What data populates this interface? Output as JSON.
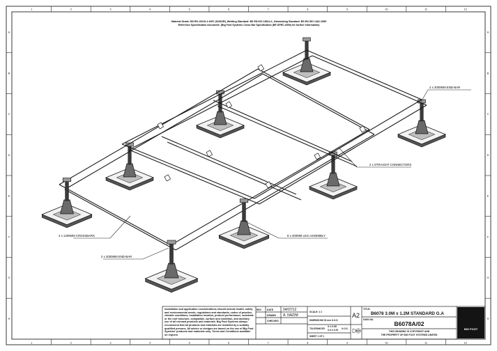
{
  "drawing": {
    "header_line1": "Material Grade: BS EN 10219-1:1997 (S235JR), Welding Standard: BS EN ISO 15614-1, Galvanizing Standard: BS EN ISO 1461:1999",
    "header_line2": "Reference Specification document: (Big Foot Systems Cross Bar Specification (BF-SPEC-0000) for further information)",
    "callouts": {
      "end_bar_top": "2 x 3000MM END-BAR",
      "straight_connectors": "2 x STRAIGHT CONNECTORS",
      "leg_assembly": "8 x 300MM LEG ASSEMBLY",
      "crossbars": "4 x 1200MM CROSSBARS",
      "end_bar_bottom": "2 x 3000MM END-BAR"
    },
    "border": {
      "columns": [
        "1",
        "2",
        "3",
        "4",
        "5",
        "6",
        "7",
        "8",
        "9",
        "10",
        "11",
        "12"
      ],
      "rows": [
        "A",
        "B",
        "C",
        "D",
        "E",
        "F",
        "G",
        "H"
      ]
    }
  },
  "title_block": {
    "notes": "Installation and application considerations should include health, safety and environmental needs, regulations and standards, codes of practice, climatic conditions, installation location, product performance, substrate or the roof structure, compatible, surface and condition, and ancillary use of all relevant products and materials. Big Foot Systems always recommend that all products and materials are installed by a suitably qualified persons. All advice or designs are based on the use of Big Foot Systems' products and materials only. Terms and Conditions available on request",
    "rev_label": "REV",
    "rev_value": "-",
    "date_label": "DATE",
    "date_value": "04/07/12",
    "drawn_label": "DRAWN",
    "drawn_value": "A. NAZIM",
    "checked_label": "CHECKED",
    "checked_value": "",
    "scale_label": "SCALE: 1:7",
    "dimensions_label": "DIMENSIONS IN mm U.O.S.",
    "tolerances_label": "TOLERANCES",
    "tolerances_value": "X ± 0.50",
    "tolerances_value2": "X.X ± 0.25",
    "tolerances_suffix": "U.O.S.",
    "sheet_label": "SHEET 1 OF 1",
    "size": "A2",
    "title_label": "TITLE:",
    "title": "B6078 3.0M x 1.2M STANDARD G.A",
    "dwg_label": "DWG NO.",
    "dwg_no": "B6078A/02",
    "copyright_line1": "THIS DRAWING IS COPYRIGHT AND",
    "copyright_line2": "THE PROPERTY OF BIG FOOT SYSTEMS LIMITED",
    "logo": "BIG FOOT"
  }
}
